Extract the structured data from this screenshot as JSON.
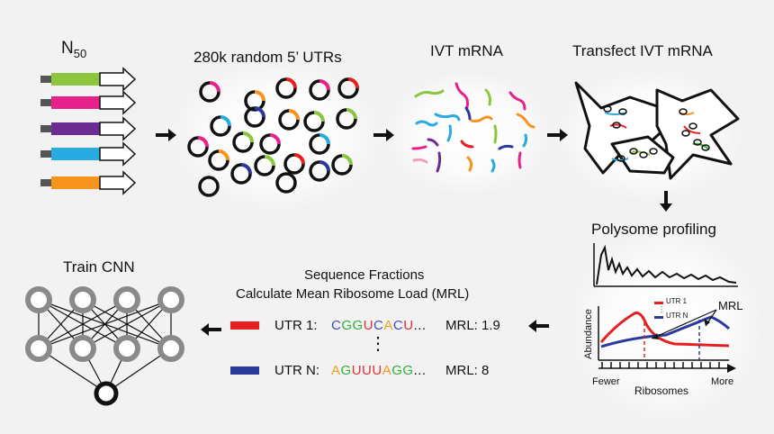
{
  "titles": {
    "n50_base": "N",
    "n50_sub": "50",
    "utrs": "280k random 5’ UTRs",
    "ivt": "IVT mRNA",
    "transfect": "Transfect IVT mRNA",
    "polysome": "Polysome profiling",
    "train": "Train CNN",
    "seqfrac_line1": "Sequence Fractions",
    "seqfrac_line2": "Calculate Mean Ribosome Load (MRL)"
  },
  "utr_rows": [
    {
      "label": "UTR 1:",
      "bases": [
        "C",
        "G",
        "G",
        "U",
        "C",
        "A",
        "C",
        "U"
      ],
      "mrl": "MRL: 1.9",
      "color": "#e62020"
    },
    {
      "label": "UTR N:",
      "bases": [
        "A",
        "G",
        "U",
        "U",
        "U",
        "A",
        "G",
        "G"
      ],
      "mrl": "MRL: 8",
      "color": "#2a3a9a"
    }
  ],
  "ellipsis": "...",
  "vdots": "⋮",
  "profile": {
    "legend_utr1": "UTR 1",
    "legend_utrn": "UTR N",
    "mrl": "MRL",
    "ylabel": "Abundance",
    "xlabel": "Ribosomes",
    "fewer": "Fewer",
    "more": "More"
  },
  "colors": {
    "green": "#8cc63f",
    "magenta": "#e6228a",
    "purple": "#6a2c91",
    "cyan": "#29aae1",
    "orange": "#f7941d",
    "red": "#e62020",
    "blue": "#2a3a9a"
  }
}
